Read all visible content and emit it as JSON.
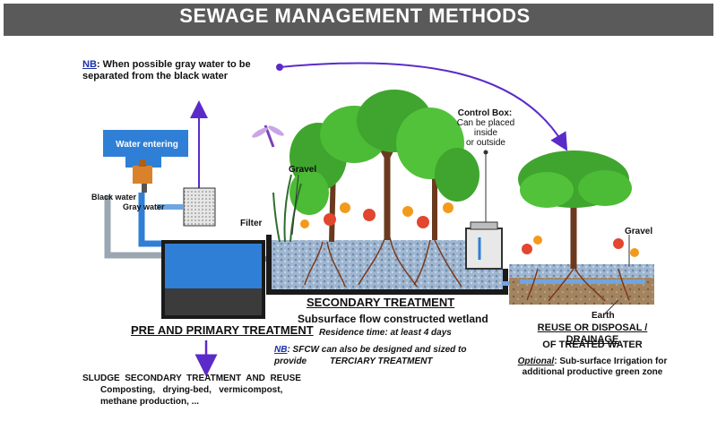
{
  "header": {
    "title": "SEWAGE MANAGEMENT METHODS"
  },
  "nb_top": {
    "tag": "NB",
    "text": ": When possible gray water to be  separated from the black water"
  },
  "inlet": {
    "water_entering": "Water entering",
    "black_water": "Black water",
    "gray_water": "Gray water"
  },
  "labels": {
    "filter": "Filter",
    "gravel_left": "Gravel",
    "gravel_right": "Gravel",
    "earth": "Earth",
    "control_box_title": "Control Box:",
    "control_box_text": [
      "Can be placed",
      "inside",
      "or outside"
    ]
  },
  "primary": {
    "title": "PRE AND PRIMARY TREATMENT",
    "sludge_title": "SLUDGE  SECONDARY  TREATMENT  AND  REUSE",
    "sludge_line1": "Composting,   drying-bed,   vermicompost,",
    "sludge_line2": "methane production, ..."
  },
  "secondary": {
    "title": "SECONDARY TREATMENT",
    "subtitle": "Subsurface flow constructed wetland",
    "residence": "Residence time: at least 4 days",
    "nb_tag": "NB",
    "nb_text": ": SFCW can also be designed and sized to provide",
    "nb_text2": "TERCIARY TREATMENT"
  },
  "reuse": {
    "title_line1": "REUSE OR DISPOSAL / DRAINAGE",
    "title_line2": "OF TREATED WATER",
    "optional_tag": "Optional",
    "optional_text": ": Sub-surface Irrigation for",
    "optional_text2": "additional productive green zone"
  },
  "colors": {
    "banner": "#5a5a5a",
    "water": "#2f7fd6",
    "tank_dark": "#1a1a1a",
    "arrow": "#5b2bc9",
    "trunk": "#6b3a1e",
    "foliage": "#3fa52e",
    "gravel": "#8aa3c0",
    "soil": "#8a6a4a"
  }
}
